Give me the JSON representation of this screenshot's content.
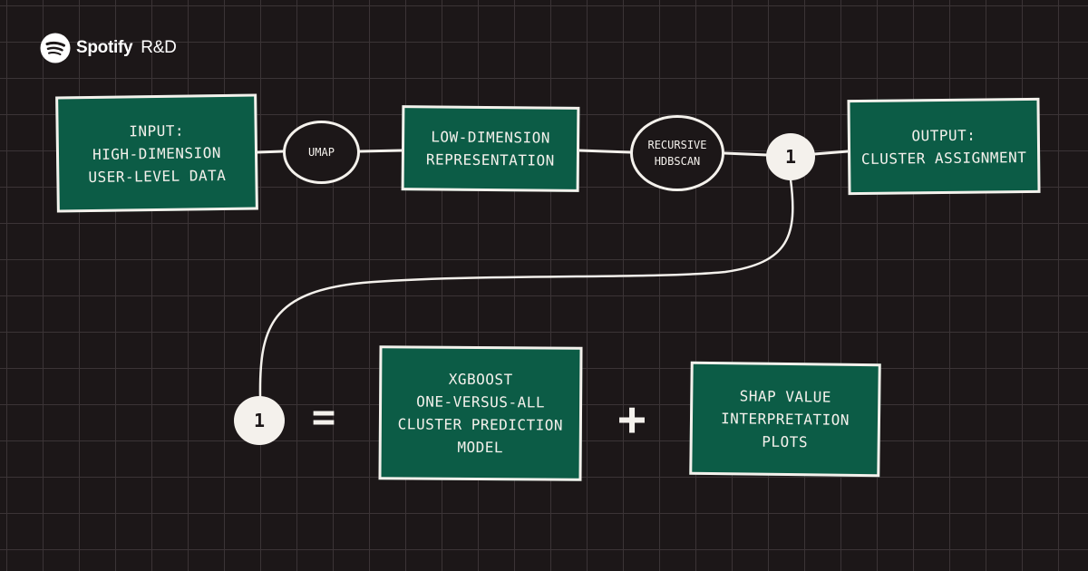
{
  "brand": {
    "name": "Spotify",
    "suffix": "R&D",
    "logo_icon": "spotify-logo-icon"
  },
  "pipeline": {
    "input_box": {
      "lines": [
        "INPUT:",
        "HIGH-DIMENSION",
        "USER-LEVEL DATA"
      ]
    },
    "umap_step": {
      "lines": [
        "UMAP"
      ]
    },
    "low_dim_box": {
      "lines": [
        "LOW-DIMENSION",
        "REPRESENTATION"
      ]
    },
    "hdbscan_step": {
      "lines": [
        "RECURSIVE",
        "HDBSCAN"
      ]
    },
    "output_box": {
      "lines": [
        "OUTPUT:",
        "CLUSTER ASSIGNMENT"
      ]
    },
    "connector_label": "1"
  },
  "explanation": {
    "connector_label": "1",
    "equals_sign": "=",
    "model_box": {
      "lines": [
        "XGBOOST",
        "ONE-VERSUS-ALL",
        "CLUSTER PREDICTION",
        "MODEL"
      ]
    },
    "plus_sign": "+",
    "shap_box": {
      "lines": [
        "SHAP VALUE",
        "INTERPRETATION",
        "PLOTS"
      ]
    }
  },
  "colors": {
    "background": "#1c1718",
    "grid": "#3b3436",
    "box_fill": "#0c5c46",
    "ink": "#f4f1ec"
  }
}
